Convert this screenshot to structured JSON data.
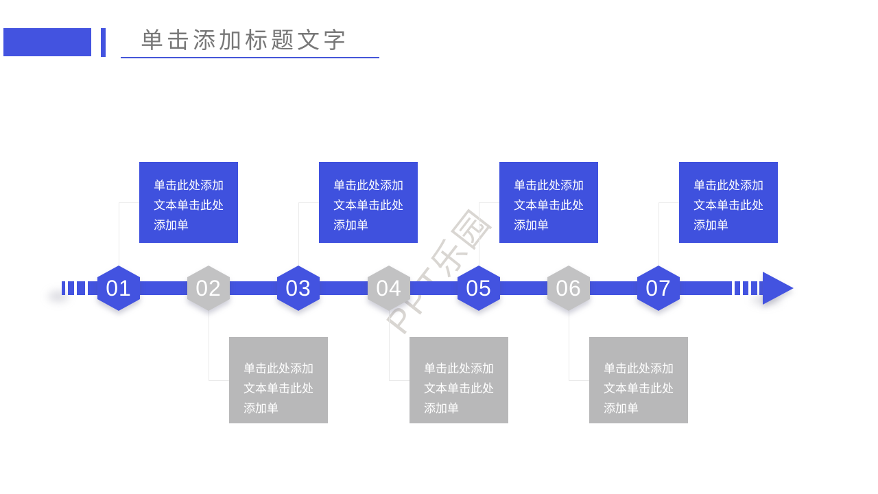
{
  "slide": {
    "title": "单击添加标题文字",
    "watermark": "PPT乐园"
  },
  "timeline": {
    "items": [
      {
        "number": "01",
        "variant": "blue",
        "caption_side": "top",
        "caption": "单击此处添加文本单击此处添加单"
      },
      {
        "number": "02",
        "variant": "gray",
        "caption_side": "bottom",
        "caption": "单击此处添加文本单击此处添加单"
      },
      {
        "number": "03",
        "variant": "blue",
        "caption_side": "top",
        "caption": "单击此处添加文本单击此处添加单"
      },
      {
        "number": "04",
        "variant": "gray",
        "caption_side": "bottom",
        "caption": "单击此处添加文本单击此处添加单"
      },
      {
        "number": "05",
        "variant": "blue",
        "caption_side": "top",
        "caption": "单击此处添加文本单击此处添加单"
      },
      {
        "number": "06",
        "variant": "gray",
        "caption_side": "bottom",
        "caption": "单击此处添加文本单击此处添加单"
      },
      {
        "number": "07",
        "variant": "blue",
        "caption_side": "top",
        "caption": "单击此处添加文本单击此处添加单"
      }
    ],
    "colors": {
      "accent_blue": "#4353E0",
      "caption_blue": "#3F51DE",
      "hex_gray": "#C2C2C3",
      "caption_gray": "#B8B8B9",
      "title_text": "#777777",
      "connector": "#EAEAEA"
    }
  }
}
